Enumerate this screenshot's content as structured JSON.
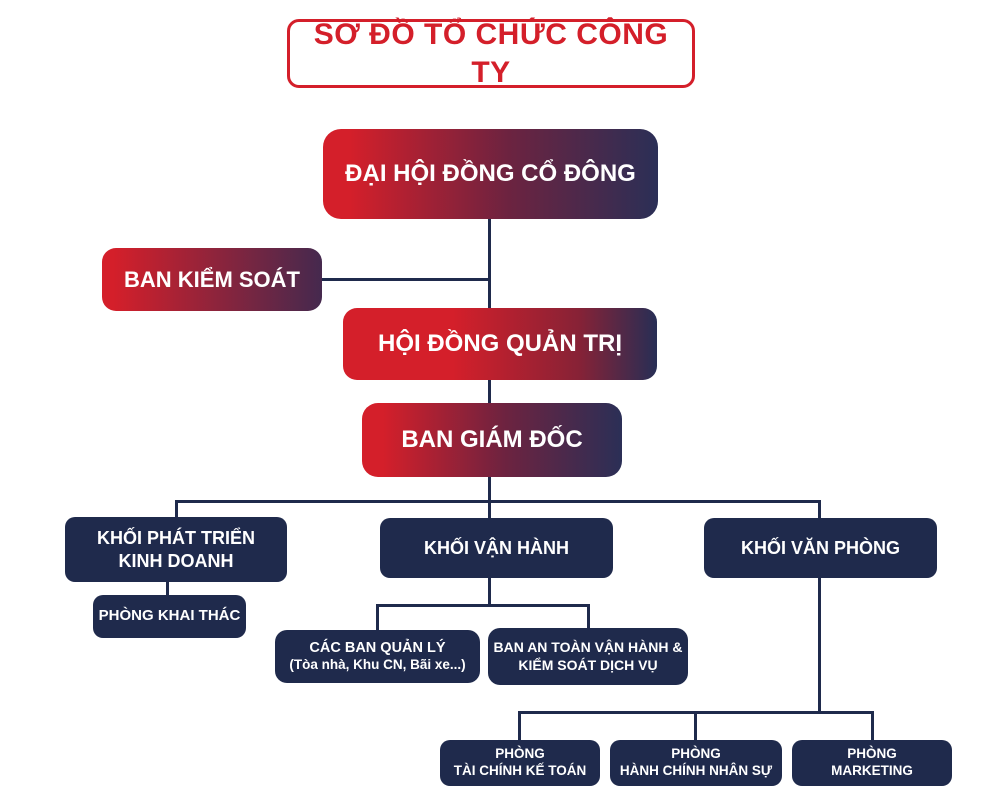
{
  "title": {
    "text": "SƠ ĐỒ TỔ CHỨC CÔNG TY"
  },
  "colors": {
    "red": "#d41f2a",
    "navy": "#1f2a4c",
    "gradient_end": "#2b2f56",
    "connector": "#1f2a4c",
    "background": "#ffffff"
  },
  "nodes": {
    "dai_hoi_dong_co_dong": {
      "label": "ĐẠI HỘI ĐỒNG CỔ ĐÔNG"
    },
    "ban_kiem_soat": {
      "label": "BAN KIỂM SOÁT"
    },
    "hoi_dong_quan_tri": {
      "label": "HỘI ĐỒNG QUẢN TRỊ"
    },
    "ban_giam_doc": {
      "label": "BAN GIÁM ĐỐC"
    },
    "khoi_phat_trien_kinh_doanh": {
      "line1": "KHỐI PHÁT TRIỂN",
      "line2": "KINH DOANH"
    },
    "phong_khai_thac": {
      "label": "PHÒNG KHAI THÁC"
    },
    "khoi_van_hanh": {
      "label": "KHỐI VẬN HÀNH"
    },
    "cac_ban_quan_ly": {
      "line1": "CÁC BAN QUẢN LÝ",
      "line2": "(Tòa nhà, Khu CN, Bãi xe...)"
    },
    "ban_an_toan": {
      "line1": "BAN AN TOÀN VẬN HÀNH &",
      "line2": "KIỂM SOÁT DỊCH VỤ"
    },
    "khoi_van_phong": {
      "label": "KHỐI VĂN PHÒNG"
    },
    "phong_tai_chinh_ke_toan": {
      "line1": "PHÒNG",
      "line2": "TÀI CHÍNH KẾ TOÁN"
    },
    "phong_hanh_chinh_nhan_su": {
      "line1": "PHÒNG",
      "line2": "HÀNH CHÍNH NHÂN SỰ"
    },
    "phong_marketing": {
      "line1": "PHÒNG",
      "line2": "MARKETING"
    }
  },
  "hierarchy": {
    "root": "dai_hoi_dong_co_dong",
    "edges": [
      [
        "dai_hoi_dong_co_dong",
        "ban_kiem_soat"
      ],
      [
        "dai_hoi_dong_co_dong",
        "hoi_dong_quan_tri"
      ],
      [
        "hoi_dong_quan_tri",
        "ban_giam_doc"
      ],
      [
        "ban_giam_doc",
        "khoi_phat_trien_kinh_doanh"
      ],
      [
        "ban_giam_doc",
        "khoi_van_hanh"
      ],
      [
        "ban_giam_doc",
        "khoi_van_phong"
      ],
      [
        "khoi_phat_trien_kinh_doanh",
        "phong_khai_thac"
      ],
      [
        "khoi_van_hanh",
        "cac_ban_quan_ly"
      ],
      [
        "khoi_van_hanh",
        "ban_an_toan"
      ],
      [
        "khoi_van_phong",
        "phong_tai_chinh_ke_toan"
      ],
      [
        "khoi_van_phong",
        "phong_hanh_chinh_nhan_su"
      ],
      [
        "khoi_van_phong",
        "phong_marketing"
      ]
    ]
  }
}
